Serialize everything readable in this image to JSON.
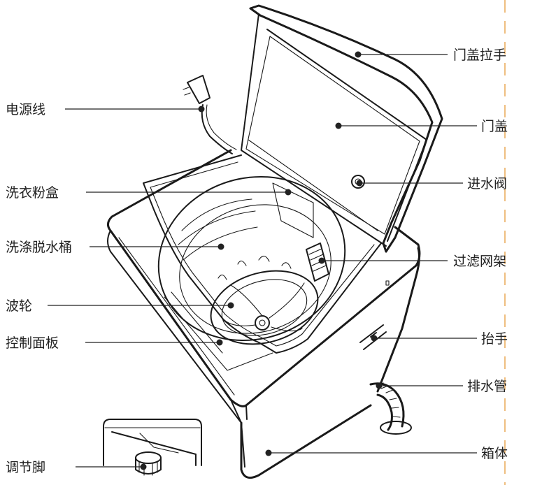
{
  "labels": {
    "power_cord": "电源线",
    "lid_handle": "门盖拉手",
    "lid": "门盖",
    "water_inlet_valve": "进水阀",
    "detergent_box": "洗衣粉盒",
    "wash_spin_tub": "洗涤脱水桶",
    "filter_rack": "过滤网架",
    "pulsator": "波轮",
    "control_panel": "控制面板",
    "carry_handle": "抬手",
    "drain_hose": "排水管",
    "cabinet": "箱体",
    "adjustable_foot": "调节脚"
  },
  "colors": {
    "line": "#222222",
    "guide_dash": "#e8a24a"
  }
}
